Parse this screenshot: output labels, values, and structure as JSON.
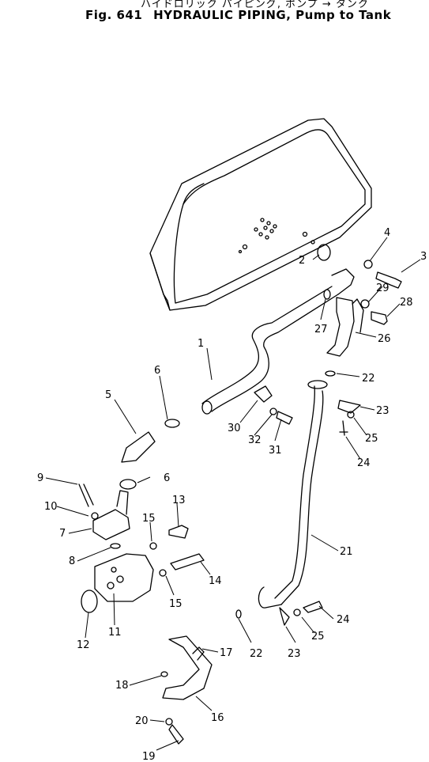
{
  "header": {
    "title_jp": "ハイドロリック パイピング, ポンプ → タンク",
    "fig_label": "Fig. 641",
    "title_en": "HYDRAULIC PIPING, Pump to Tank"
  },
  "callouts": [
    "1",
    "2",
    "3",
    "4",
    "5",
    "6",
    "6",
    "7",
    "8",
    "9",
    "10",
    "11",
    "12",
    "13",
    "14",
    "15",
    "15",
    "16",
    "17",
    "18",
    "19",
    "20",
    "21",
    "22",
    "22",
    "23",
    "23",
    "24",
    "24",
    "25",
    "25",
    "26",
    "27",
    "28",
    "29",
    "30",
    "31",
    "32"
  ]
}
